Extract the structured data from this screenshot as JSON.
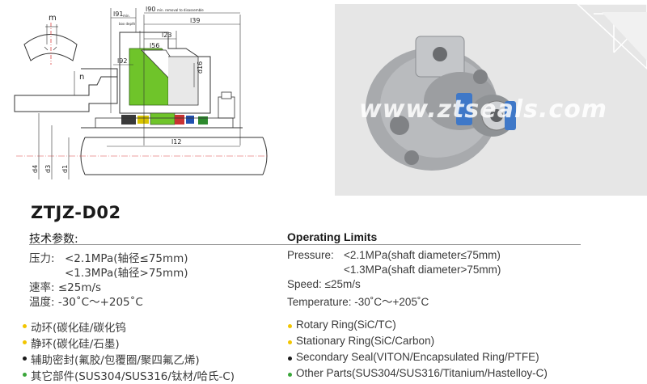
{
  "product": {
    "model": "ZTJZ-D02",
    "watermark": "www.ztseals.com"
  },
  "drawing": {
    "labels": {
      "m": "m",
      "n": "n",
      "l91": "l91",
      "l91_note": "min.",
      "l91_note2": "box depth",
      "l90": "l90",
      "l90_note": "min. removal to disassemble",
      "l39": "l39",
      "l23": "l23",
      "l56": "l56",
      "l92": "l92",
      "l12": "l12",
      "d16": "d16",
      "d4": "d4",
      "d3": "d3",
      "d1": "d1"
    }
  },
  "specs_cn": {
    "heading": "技术参数:",
    "pressure_label": "压力:",
    "pressure_1": "<2.1MPa(轴径≤75mm)",
    "pressure_2": "<1.3MPa(轴径>75mm)",
    "speed": "速率: ≤25m/s",
    "temperature": "温度: -30˚C～+205˚C",
    "parts": [
      "动环(碳化硅/碳化钨",
      "静环(碳化硅/石墨)",
      "辅助密封(氟胶/包覆圈/聚四氟乙烯)",
      "其它部件(SUS304/SUS316/钛材/哈氏-C)"
    ]
  },
  "specs_en": {
    "heading": "Operating Limits",
    "pressure_label": "Pressure:",
    "pressure_1": "<2.1MPa(shaft diameter≤75mm)",
    "pressure_2": "<1.3MPa(shaft diameter>75mm)",
    "speed": "Speed:   ≤25m/s",
    "temperature": "Temperature:   -30˚C～+205˚C",
    "parts": [
      "Rotary  Ring(SiC/TC)",
      "Stationary  Ring(SiC/Carbon)",
      "Secondary  Seal(VITON/Encapsulated Ring/PTFE)",
      "Other  Parts(SUS304/SUS316/Titanium/Hastelloy-C)"
    ]
  },
  "colors": {
    "bullet_yellow": "#f2c500",
    "bullet_black": "#1a1a1a",
    "bullet_green": "#3aa63a",
    "drawing_green": "#6fc42a"
  }
}
